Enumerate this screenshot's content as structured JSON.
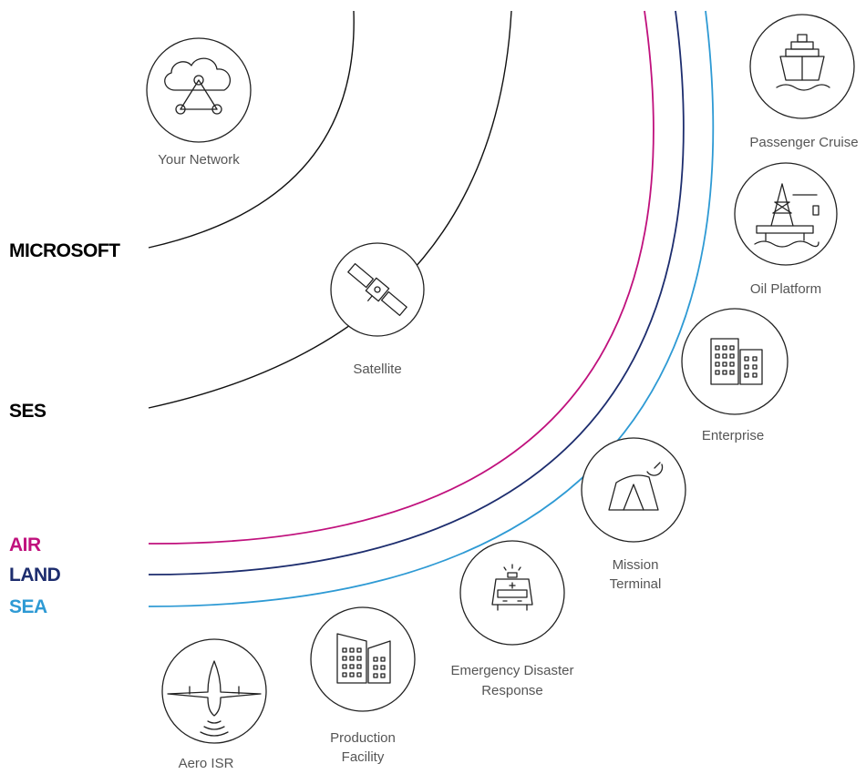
{
  "bands": {
    "microsoft": {
      "label": "MICROSOFT",
      "color": "#000000"
    },
    "ses": {
      "label": "SES",
      "color": "#000000"
    },
    "air": {
      "label": "AIR",
      "color": "#c0117d"
    },
    "land": {
      "label": "LAND",
      "color": "#1d2d6e"
    },
    "sea": {
      "label": "SEA",
      "color": "#2e9ad4"
    }
  },
  "nodes": {
    "your_network": {
      "label": "Your Network",
      "icon": "cloud-network-icon"
    },
    "satellite": {
      "label": "Satellite",
      "icon": "satellite-icon"
    },
    "passenger_cruise": {
      "label": "Passenger Cruise",
      "icon": "cruise-ship-icon"
    },
    "oil_platform": {
      "label": "Oil Platform",
      "icon": "oil-rig-icon"
    },
    "enterprise": {
      "label": "Enterprise",
      "icon": "office-buildings-icon"
    },
    "mission_terminal": {
      "label_line1": "Mission",
      "label_line2": "Terminal",
      "icon": "tent-dish-icon"
    },
    "emergency": {
      "label_line1": "Emergency Disaster",
      "label_line2": "Response",
      "icon": "ambulance-icon"
    },
    "production": {
      "label_line1": "Production",
      "label_line2": "Facility",
      "icon": "factory-buildings-icon"
    },
    "aero_isr": {
      "label": "Aero ISR",
      "icon": "aircraft-icon"
    }
  }
}
